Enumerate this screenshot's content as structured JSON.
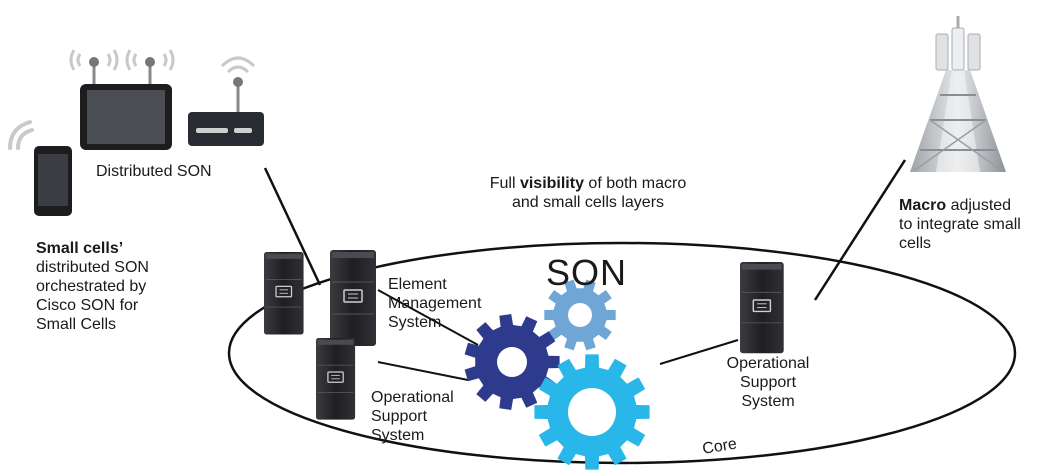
{
  "labels": {
    "distributed_son": "Distributed SON",
    "visibility_prefix": "Full ",
    "visibility_bold": "visibility",
    "visibility_rest": " of both macro",
    "visibility_line2": "and small cells layers",
    "macro_bold": "Macro",
    "macro_rest": " adjusted",
    "macro_line2": "to integrate small",
    "macro_line3": "cells",
    "small_cells_bold": "Small cells’",
    "small_cells_line2": "distributed SON",
    "small_cells_line3": "orchestrated by",
    "small_cells_line4": "Cisco SON for",
    "small_cells_line5": "Small Cells",
    "ems_line1": "Element",
    "ems_line2": "Management",
    "ems_line3": "System",
    "oss_left_line1": "Operational",
    "oss_left_line2": "Support",
    "oss_left_line3": "System",
    "oss_right_line1": "Operational",
    "oss_right_line2": "Support",
    "oss_right_line3": "System",
    "son": "SON",
    "core": "Core"
  },
  "colors": {
    "gear_dark": "#2e3a8c",
    "gear_light": "#29b6e8",
    "gear_small": "#6fa6d6",
    "server": "#2a2a2e",
    "tower": "#cfd2d6"
  },
  "icons": [
    "smartphone-icon",
    "tablet-icon",
    "router-icon",
    "wifi-icon",
    "server-icon",
    "gear-icon",
    "cell-tower-icon"
  ]
}
